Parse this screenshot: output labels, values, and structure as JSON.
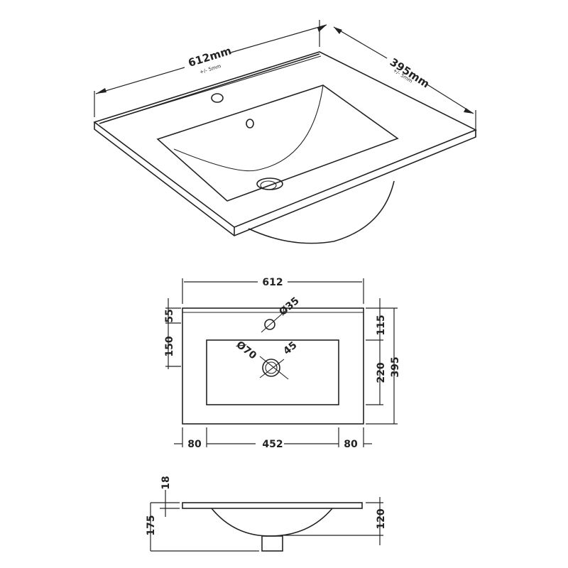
{
  "isometric": {
    "width_label": "612mm",
    "width_tolerance": "+/- 5mm",
    "depth_label": "395mm",
    "depth_tolerance": "+/- 5mm"
  },
  "plan_view": {
    "overall_width": "612",
    "overall_depth": "395",
    "tap_hole_diameter": "Ø35",
    "waste_diameter": "Ø70",
    "waste_inner": "45",
    "back_ledge": "55",
    "ledge_to_bowl": "150",
    "tap_to_bowl": "115",
    "bowl_depth": "220",
    "left_margin": "80",
    "bowl_width": "452",
    "right_margin": "80"
  },
  "side_view": {
    "top_thickness": "18",
    "total_height": "175",
    "bowl_height": "120"
  }
}
